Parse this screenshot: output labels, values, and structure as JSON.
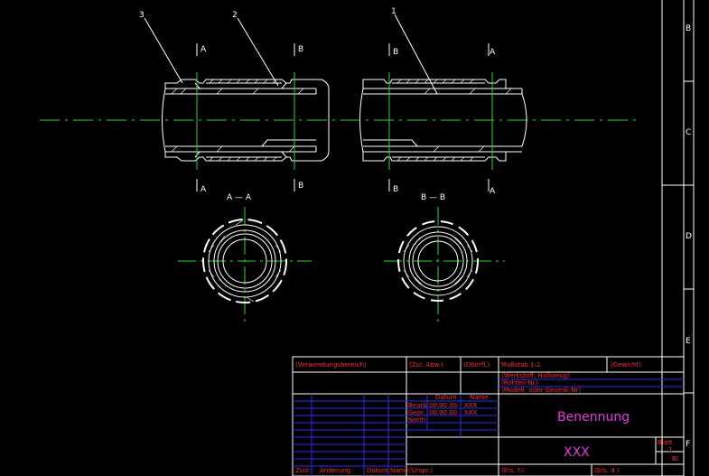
{
  "drawing": {
    "labels": {
      "part1": "1",
      "part2": "2",
      "part3": "3"
    },
    "sections": {
      "a_marker": "A",
      "b_marker": "B",
      "title_a": "A — A",
      "title_b": "B — B"
    },
    "border_letters": [
      "B",
      "C",
      "D",
      "E",
      "F"
    ]
  },
  "title_block": {
    "verwendungsbereich": "(Verwendungsbereich)",
    "zul_abw": "(Zul. Abw.)",
    "oberfl": "(Oberfl.)",
    "massstab": "Maßstab  1:1",
    "gewicht": "(Gewicht)",
    "werkstoff_1": "(Werkstoff, Halbzeug)",
    "werkstoff_2": "(Rohteil-Nr)",
    "werkstoff_3": "(Modell- oder Gesenk-Nr)",
    "datum": "Datum",
    "name": "Name",
    "bearb": "Bearb.",
    "bearb_date": "00.00.00",
    "bearb_name": "XXX",
    "gepr": "Gepr.",
    "gepr_date": "00.00.00",
    "gepr_name": "XXX",
    "norm": "Norm",
    "benennung": "Benennung",
    "drawing_no": "XXX",
    "blatt": "Blatt",
    "blatt_value": "1",
    "bl": "Bl.",
    "zust": "Zust",
    "aenderung": "Änderung",
    "datum2": "Datum",
    "name2": "Name",
    "urspr": "(Urspr.)",
    "ers_f": "(Ers. f.)",
    "ers_d": "(Ers. d.)"
  },
  "colors": {
    "background": "#000000",
    "outline": "#ffffff",
    "centerline": "#2bd82b",
    "grid": "#2a2af5",
    "text_red": "#ff2a2a",
    "text_magenta": "#e636e6"
  }
}
